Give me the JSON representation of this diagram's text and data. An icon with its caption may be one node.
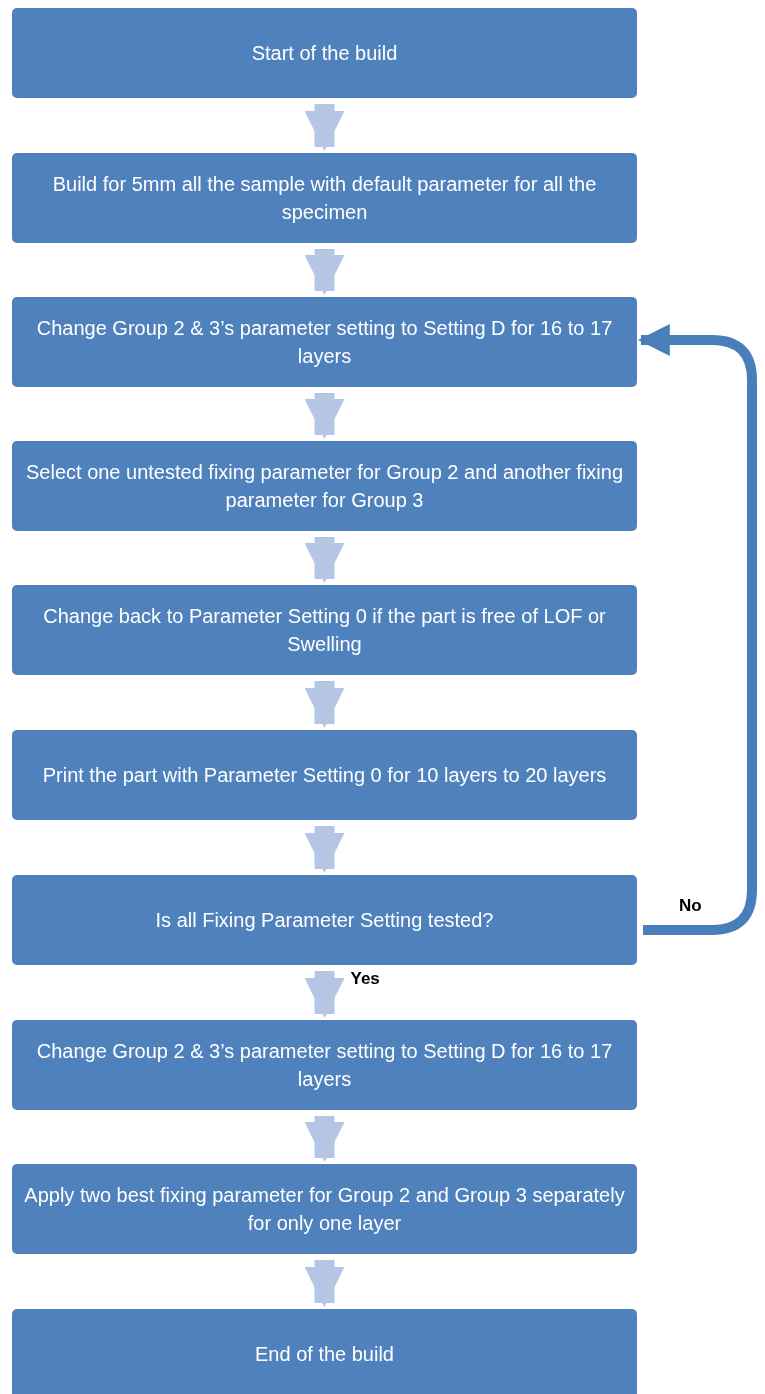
{
  "diagram": {
    "nodes": [
      {
        "text": [
          "Start of the build"
        ]
      },
      {
        "text": [
          "Build for 5mm all the sample with default parameter for all the specimen"
        ]
      },
      {
        "text": [
          "Change Group 2 & 3’s parameter setting to Setting D for 16 to 17 layers"
        ]
      },
      {
        "text": [
          "Select one untested fixing parameter for Group 2 and another fixing parameter for Group 3"
        ]
      },
      {
        "text": [
          "Change back to Parameter Setting 0 if the part is free of LOF or Swelling"
        ]
      },
      {
        "text": [
          "Print the part with Parameter Setting 0 for 10 layers to 20 layers"
        ]
      },
      {
        "text": [
          "Is all Fixing Parameter Setting tested?"
        ]
      },
      {
        "text": [
          "Change Group 2 & 3’s parameter setting to Setting D for 16 to 17 layers"
        ]
      },
      {
        "text": [
          "Apply  two best fixing parameter  for Group 2 and Group 3 separately for only one layer"
        ]
      },
      {
        "text": [
          "End of the build"
        ]
      }
    ],
    "edges": [
      {
        "from": 0,
        "to": 1,
        "arrow": "to"
      },
      {
        "from": 1,
        "to": 2,
        "arrow": "to"
      },
      {
        "from": 2,
        "to": 3,
        "arrow": "to"
      },
      {
        "from": 3,
        "to": 4,
        "arrow": "to"
      },
      {
        "from": 4,
        "to": 5,
        "arrow": "to"
      },
      {
        "from": 5,
        "to": 6,
        "arrow": "to"
      },
      {
        "from": 6,
        "to": 7,
        "arrow": "to",
        "label": "Yes"
      },
      {
        "from": 7,
        "to": 8,
        "arrow": "to"
      },
      {
        "from": 8,
        "to": 9,
        "arrow": "to"
      },
      {
        "from": 6,
        "to": 2,
        "arrow": "to",
        "label": "No",
        "color": "#4a7ebb"
      }
    ]
  }
}
